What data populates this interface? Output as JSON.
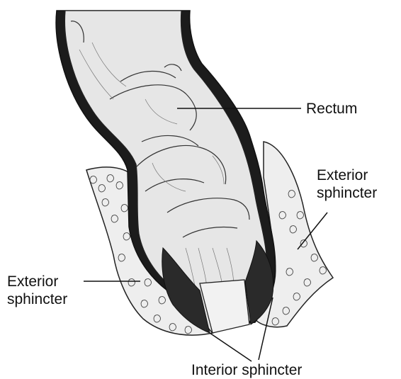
{
  "diagram": {
    "labels": {
      "rectum": "Rectum",
      "exterior_sphincter_right": {
        "line1": "Exterior",
        "line2": "sphincter"
      },
      "exterior_sphincter_left": {
        "line1": "Exterior",
        "line2": "sphincter"
      },
      "interior_sphincter": "Interior sphincter"
    },
    "colors": {
      "ink": "#111111",
      "tissue_fill": "#e6e6e6",
      "background": "#ffffff"
    }
  }
}
